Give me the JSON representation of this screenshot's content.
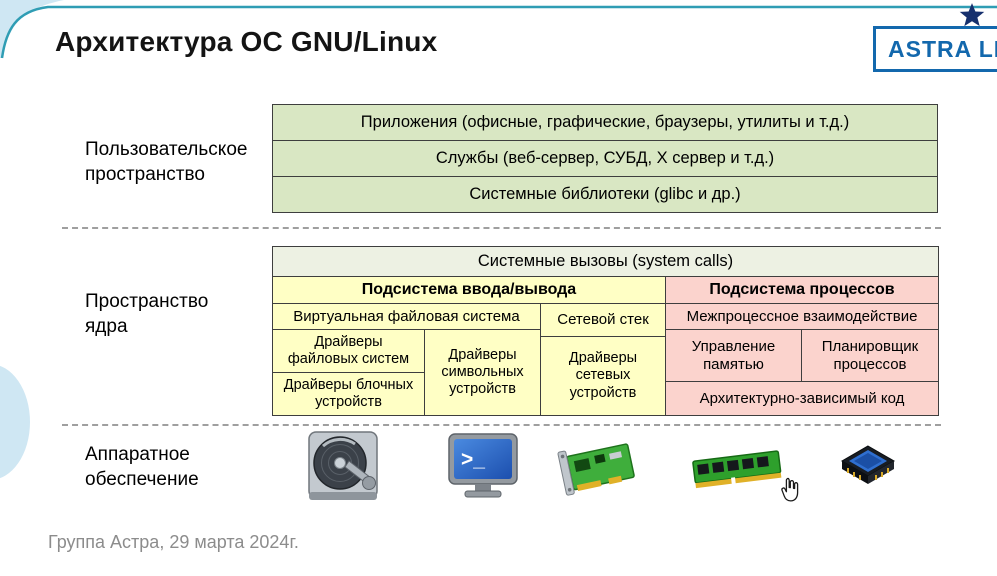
{
  "slide": {
    "title": "Архитектура ОС GNU/Linux",
    "footer": "Группа Астра, 29 марта 2024г.",
    "logo_text": "ASTRA LINUX"
  },
  "labels": {
    "user_space": "Пользовательское\nпространство",
    "kernel_space": "Пространство\nядра",
    "hardware": "Аппаратное\nобеспечение"
  },
  "user_space": {
    "rows": [
      "Приложения (офисные, графические, браузеры, утилиты и т.д.)",
      "Службы (веб-сервер, СУБД, X сервер и т.д.)",
      "Системные библиотеки (glibc и др.)"
    ]
  },
  "kernel": {
    "syscalls": "Системные вызовы (system calls)",
    "io_header": "Подсистема ввода/вывода",
    "process_header": "Подсистема процессов",
    "vfs": "Виртуальная файловая система",
    "net_stack": "Сетевой стек",
    "fs_drivers": "Драйверы\nфайловых систем",
    "char_drivers": "Драйверы\nсимвольных\nустройств",
    "block_drivers": "Драйверы блочных\nустройств",
    "net_drivers": "Драйверы\nсетевых\nустройств",
    "ipc": "Межпроцессное взаимодействие",
    "memory": "Управление\nпамятью",
    "scheduler": "Планировщик\nпроцессов",
    "arch": "Архитектурно-зависимый код"
  },
  "hardware": {
    "terminal_prompt": ">_",
    "icons": [
      "hdd-icon",
      "terminal-icon",
      "network-card-icon",
      "ram-icon",
      "cpu-icon"
    ]
  },
  "colors": {
    "user_space_green": "#d9e7c3",
    "syscalls_bg": "#edf1e3",
    "io_bg": "#ffffc5",
    "process_bg": "#fbd3cd",
    "logo_blue": "#1368ad",
    "star_navy": "#16306e",
    "accent_teal": "#2f9db4",
    "pale_blue": "#cfe7f3"
  }
}
